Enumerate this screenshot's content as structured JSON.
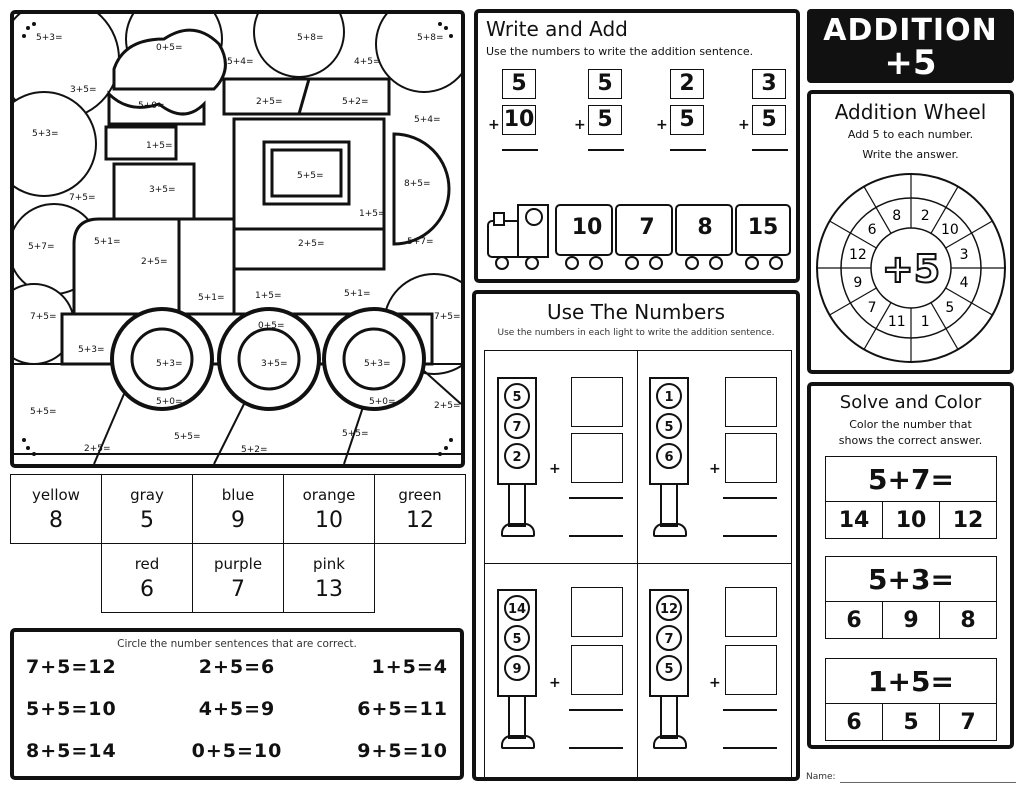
{
  "header": {
    "line1": "ADDITION",
    "line2": "+5"
  },
  "color_by_number": {
    "cells": [
      "5+3=",
      "0+5=",
      "5+8=",
      "5+8=",
      "5+4=",
      "4+5=",
      "3+5=",
      "5+0=",
      "2+5=",
      "5+2=",
      "5+3=",
      "5+4=",
      "1+5=",
      "7+5=",
      "3+5=",
      "5+5=",
      "8+5=",
      "5+7=",
      "5+1=",
      "1+5=",
      "2+5=",
      "2+5=",
      "5+7=",
      "5+1=",
      "1+5=",
      "5+1=",
      "7+5=",
      "0+5=",
      "7+5=",
      "5+3=",
      "5+3=",
      "3+5=",
      "5+3=",
      "5+5=",
      "5+0=",
      "5+0=",
      "2+5=",
      "5+5=",
      "5+5=",
      "2+5=",
      "5+2="
    ]
  },
  "color_key": [
    {
      "color": "yellow",
      "number": "8"
    },
    {
      "color": "gray",
      "number": "5"
    },
    {
      "color": "blue",
      "number": "9"
    },
    {
      "color": "orange",
      "number": "10"
    },
    {
      "color": "green",
      "number": "12"
    },
    {
      "color": "red",
      "number": "6"
    },
    {
      "color": "purple",
      "number": "7"
    },
    {
      "color": "pink",
      "number": "13"
    }
  ],
  "circle_section": {
    "instruction": "Circle the number sentences that are correct.",
    "equations": [
      "7+5=12",
      "2+5=6",
      "1+5=4",
      "5+5=10",
      "4+5=9",
      "6+5=11",
      "8+5=14",
      "0+5=10",
      "9+5=10"
    ]
  },
  "write_add": {
    "title": "Write and Add",
    "instruction": "Use the numbers to write the addition sentence.",
    "problems": [
      {
        "top": "5",
        "bottom": "10"
      },
      {
        "top": "5",
        "bottom": "5"
      },
      {
        "top": "2",
        "bottom": "5"
      },
      {
        "top": "3",
        "bottom": "5"
      }
    ],
    "plus": "+",
    "cars": [
      "10",
      "7",
      "8",
      "15"
    ]
  },
  "use_numbers": {
    "title": "Use The Numbers",
    "instruction": "Use the numbers in each light to write the addition sentence.",
    "lights": [
      [
        "5",
        "7",
        "2"
      ],
      [
        "1",
        "5",
        "6"
      ],
      [
        "14",
        "5",
        "9"
      ],
      [
        "12",
        "7",
        "5"
      ]
    ]
  },
  "wheel": {
    "title": "Addition Wheel",
    "instruction1": "Add 5 to each number.",
    "instruction2": "Write the answer.",
    "center": "+5",
    "numbers": [
      "2",
      "10",
      "3",
      "4",
      "5",
      "1",
      "11",
      "7",
      "9",
      "12",
      "6",
      "8"
    ]
  },
  "solve_color": {
    "title": "Solve and Color",
    "instruction1": "Color the number that",
    "instruction2": "shows the correct answer.",
    "problems": [
      {
        "eq": "5+7=",
        "options": [
          "14",
          "10",
          "12"
        ]
      },
      {
        "eq": "5+3=",
        "options": [
          "6",
          "9",
          "8"
        ]
      },
      {
        "eq": "1+5=",
        "options": [
          "6",
          "5",
          "7"
        ]
      }
    ]
  },
  "name_label": "Name:"
}
